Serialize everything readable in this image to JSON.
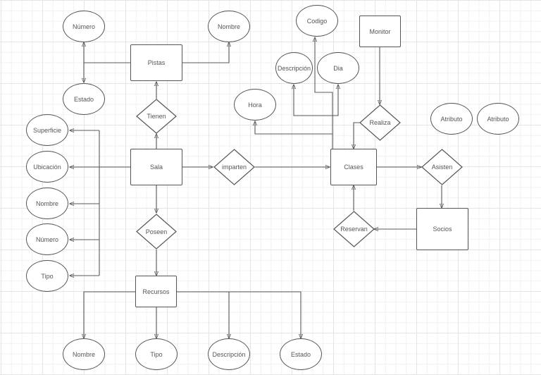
{
  "diagram": {
    "type": "entity-relationship",
    "entities": {
      "pistas": "Pistas",
      "sala": "Sala",
      "recursos": "Recursos",
      "clases": "Clases",
      "monitor": "Monitor",
      "socios": "Socios"
    },
    "relationships": {
      "tienen": "Tienen",
      "poseen": "Poseen",
      "imparten": "imparten",
      "realiza": "Realiza",
      "asisten": "Asisten",
      "reservan": "Reservan"
    },
    "attributes": {
      "pistas_numero": "Número",
      "pistas_nombre": "Nombre",
      "pistas_estado": "Estado",
      "sala_superficie": "Superficie",
      "sala_ubicacion": "Ubicación",
      "sala_nombre": "Nombre",
      "sala_numero": "Número",
      "sala_tipo": "Tipo",
      "recursos_nombre": "Nombre",
      "recursos_tipo": "Tipo",
      "recursos_descripcion": "Descripción",
      "recursos_estado": "Estado",
      "clases_hora": "Hora",
      "clases_descripcion": "Descripción",
      "clases_codigo": "Codigo",
      "clases_dia": "Dia",
      "atributo_1": "Atributo",
      "atributo_2": "Atributo"
    }
  }
}
